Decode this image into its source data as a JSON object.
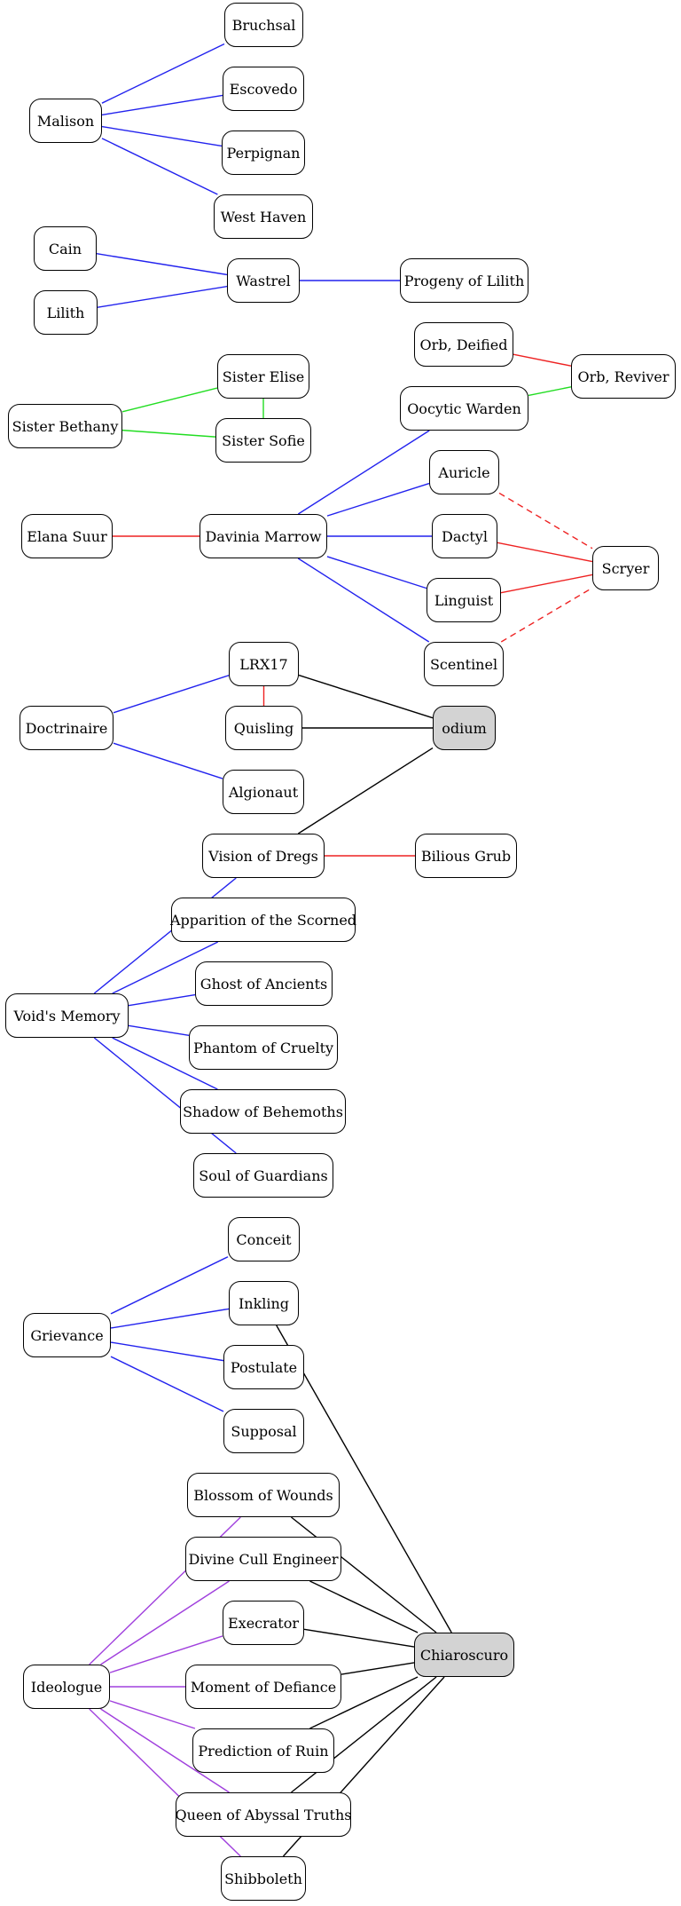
{
  "colors": {
    "blue": "#2222ee",
    "red": "#ee2222",
    "green": "#22dd22",
    "black": "#000000",
    "purple": "#a040dd",
    "hub_fill": "#d3d3d3"
  },
  "nodes": {
    "bruchsal": "Bruchsal",
    "malison": "Malison",
    "escovedo": "Escovedo",
    "perpignan": "Perpignan",
    "west_haven": "West Haven",
    "cain": "Cain",
    "wastrel": "Wastrel",
    "progeny_of_lilith": "Progeny of Lilith",
    "lilith": "Lilith",
    "orb_deified": "Orb, Deified",
    "orb_reviver": "Orb, Reviver",
    "sister_elise": "Sister Elise",
    "oocytic_warden": "Oocytic Warden",
    "sister_bethany": "Sister Bethany",
    "sister_sofie": "Sister Sofie",
    "auricle": "Auricle",
    "elana_suur": "Elana Suur",
    "davinia_marrow": "Davinia Marrow",
    "dactyl": "Dactyl",
    "scryer": "Scryer",
    "linguist": "Linguist",
    "scentinel": "Scentinel",
    "lrx17": "LRX17",
    "doctrinaire": "Doctrinaire",
    "quisling": "Quisling",
    "odium": "odium",
    "algionaut": "Algionaut",
    "vision_of_dregs": "Vision of Dregs",
    "bilious_grub": "Bilious Grub",
    "apparition": "Apparition of the Scorned",
    "ghost_of_ancients": "Ghost of Ancients",
    "voids_memory": "Void's Memory",
    "phantom_of_cruelty": "Phantom of Cruelty",
    "shadow_of_behemoths": "Shadow of Behemoths",
    "soul_of_guardians": "Soul of Guardians",
    "conceit": "Conceit",
    "inkling": "Inkling",
    "grievance": "Grievance",
    "postulate": "Postulate",
    "supposal": "Supposal",
    "blossom_of_wounds": "Blossom of Wounds",
    "divine_cull_engineer": "Divine Cull Engineer",
    "execrator": "Execrator",
    "chiaroscuro": "Chiaroscuro",
    "ideologue": "Ideologue",
    "moment_of_defiance": "Moment of Defiance",
    "prediction_of_ruin": "Prediction of Ruin",
    "queen_of_abyssal_truths": "Queen of Abyssal Truths",
    "shibboleth": "Shibboleth"
  },
  "hub_nodes": [
    "odium",
    "chiaroscuro"
  ],
  "edges": [
    {
      "from": "malison",
      "to": "bruchsal",
      "color": "blue",
      "style": "solid"
    },
    {
      "from": "malison",
      "to": "escovedo",
      "color": "blue",
      "style": "solid"
    },
    {
      "from": "malison",
      "to": "perpignan",
      "color": "blue",
      "style": "solid"
    },
    {
      "from": "malison",
      "to": "west_haven",
      "color": "blue",
      "style": "solid"
    },
    {
      "from": "cain",
      "to": "wastrel",
      "color": "blue",
      "style": "solid"
    },
    {
      "from": "lilith",
      "to": "wastrel",
      "color": "blue",
      "style": "solid"
    },
    {
      "from": "wastrel",
      "to": "progeny_of_lilith",
      "color": "blue",
      "style": "solid"
    },
    {
      "from": "orb_deified",
      "to": "orb_reviver",
      "color": "red",
      "style": "solid"
    },
    {
      "from": "oocytic_warden",
      "to": "orb_reviver",
      "color": "green",
      "style": "solid"
    },
    {
      "from": "sister_bethany",
      "to": "sister_elise",
      "color": "green",
      "style": "solid"
    },
    {
      "from": "sister_bethany",
      "to": "sister_sofie",
      "color": "green",
      "style": "solid"
    },
    {
      "from": "sister_elise",
      "to": "sister_sofie",
      "color": "green",
      "style": "solid"
    },
    {
      "from": "elana_suur",
      "to": "davinia_marrow",
      "color": "red",
      "style": "solid"
    },
    {
      "from": "davinia_marrow",
      "to": "oocytic_warden",
      "color": "blue",
      "style": "solid"
    },
    {
      "from": "davinia_marrow",
      "to": "auricle",
      "color": "blue",
      "style": "solid"
    },
    {
      "from": "davinia_marrow",
      "to": "dactyl",
      "color": "blue",
      "style": "solid"
    },
    {
      "from": "davinia_marrow",
      "to": "linguist",
      "color": "blue",
      "style": "solid"
    },
    {
      "from": "davinia_marrow",
      "to": "scentinel",
      "color": "blue",
      "style": "solid"
    },
    {
      "from": "auricle",
      "to": "scryer",
      "color": "red",
      "style": "dashed"
    },
    {
      "from": "dactyl",
      "to": "scryer",
      "color": "red",
      "style": "solid"
    },
    {
      "from": "linguist",
      "to": "scryer",
      "color": "red",
      "style": "solid"
    },
    {
      "from": "scentinel",
      "to": "scryer",
      "color": "red",
      "style": "dashed"
    },
    {
      "from": "doctrinaire",
      "to": "lrx17",
      "color": "blue",
      "style": "solid"
    },
    {
      "from": "doctrinaire",
      "to": "algionaut",
      "color": "blue",
      "style": "solid"
    },
    {
      "from": "lrx17",
      "to": "quisling",
      "color": "red",
      "style": "solid"
    },
    {
      "from": "lrx17",
      "to": "odium",
      "color": "black",
      "style": "solid"
    },
    {
      "from": "quisling",
      "to": "odium",
      "color": "black",
      "style": "solid"
    },
    {
      "from": "vision_of_dregs",
      "to": "odium",
      "color": "black",
      "style": "solid"
    },
    {
      "from": "vision_of_dregs",
      "to": "bilious_grub",
      "color": "red",
      "style": "solid"
    },
    {
      "from": "voids_memory",
      "to": "vision_of_dregs",
      "color": "blue",
      "style": "solid"
    },
    {
      "from": "voids_memory",
      "to": "apparition",
      "color": "blue",
      "style": "solid"
    },
    {
      "from": "voids_memory",
      "to": "ghost_of_ancients",
      "color": "blue",
      "style": "solid"
    },
    {
      "from": "voids_memory",
      "to": "phantom_of_cruelty",
      "color": "blue",
      "style": "solid"
    },
    {
      "from": "voids_memory",
      "to": "shadow_of_behemoths",
      "color": "blue",
      "style": "solid"
    },
    {
      "from": "voids_memory",
      "to": "soul_of_guardians",
      "color": "blue",
      "style": "solid"
    },
    {
      "from": "grievance",
      "to": "conceit",
      "color": "blue",
      "style": "solid"
    },
    {
      "from": "grievance",
      "to": "inkling",
      "color": "blue",
      "style": "solid"
    },
    {
      "from": "grievance",
      "to": "postulate",
      "color": "blue",
      "style": "solid"
    },
    {
      "from": "grievance",
      "to": "supposal",
      "color": "blue",
      "style": "solid"
    },
    {
      "from": "inkling",
      "to": "chiaroscuro",
      "color": "black",
      "style": "solid"
    },
    {
      "from": "blossom_of_wounds",
      "to": "chiaroscuro",
      "color": "black",
      "style": "solid"
    },
    {
      "from": "divine_cull_engineer",
      "to": "chiaroscuro",
      "color": "black",
      "style": "solid"
    },
    {
      "from": "execrator",
      "to": "chiaroscuro",
      "color": "black",
      "style": "solid"
    },
    {
      "from": "moment_of_defiance",
      "to": "chiaroscuro",
      "color": "black",
      "style": "solid"
    },
    {
      "from": "prediction_of_ruin",
      "to": "chiaroscuro",
      "color": "black",
      "style": "solid"
    },
    {
      "from": "queen_of_abyssal_truths",
      "to": "chiaroscuro",
      "color": "black",
      "style": "solid"
    },
    {
      "from": "shibboleth",
      "to": "chiaroscuro",
      "color": "black",
      "style": "solid"
    },
    {
      "from": "ideologue",
      "to": "blossom_of_wounds",
      "color": "purple",
      "style": "solid"
    },
    {
      "from": "ideologue",
      "to": "divine_cull_engineer",
      "color": "purple",
      "style": "solid"
    },
    {
      "from": "ideologue",
      "to": "execrator",
      "color": "purple",
      "style": "solid"
    },
    {
      "from": "ideologue",
      "to": "moment_of_defiance",
      "color": "purple",
      "style": "solid"
    },
    {
      "from": "ideologue",
      "to": "prediction_of_ruin",
      "color": "purple",
      "style": "solid"
    },
    {
      "from": "ideologue",
      "to": "queen_of_abyssal_truths",
      "color": "purple",
      "style": "solid"
    },
    {
      "from": "ideologue",
      "to": "shibboleth",
      "color": "purple",
      "style": "solid"
    }
  ]
}
